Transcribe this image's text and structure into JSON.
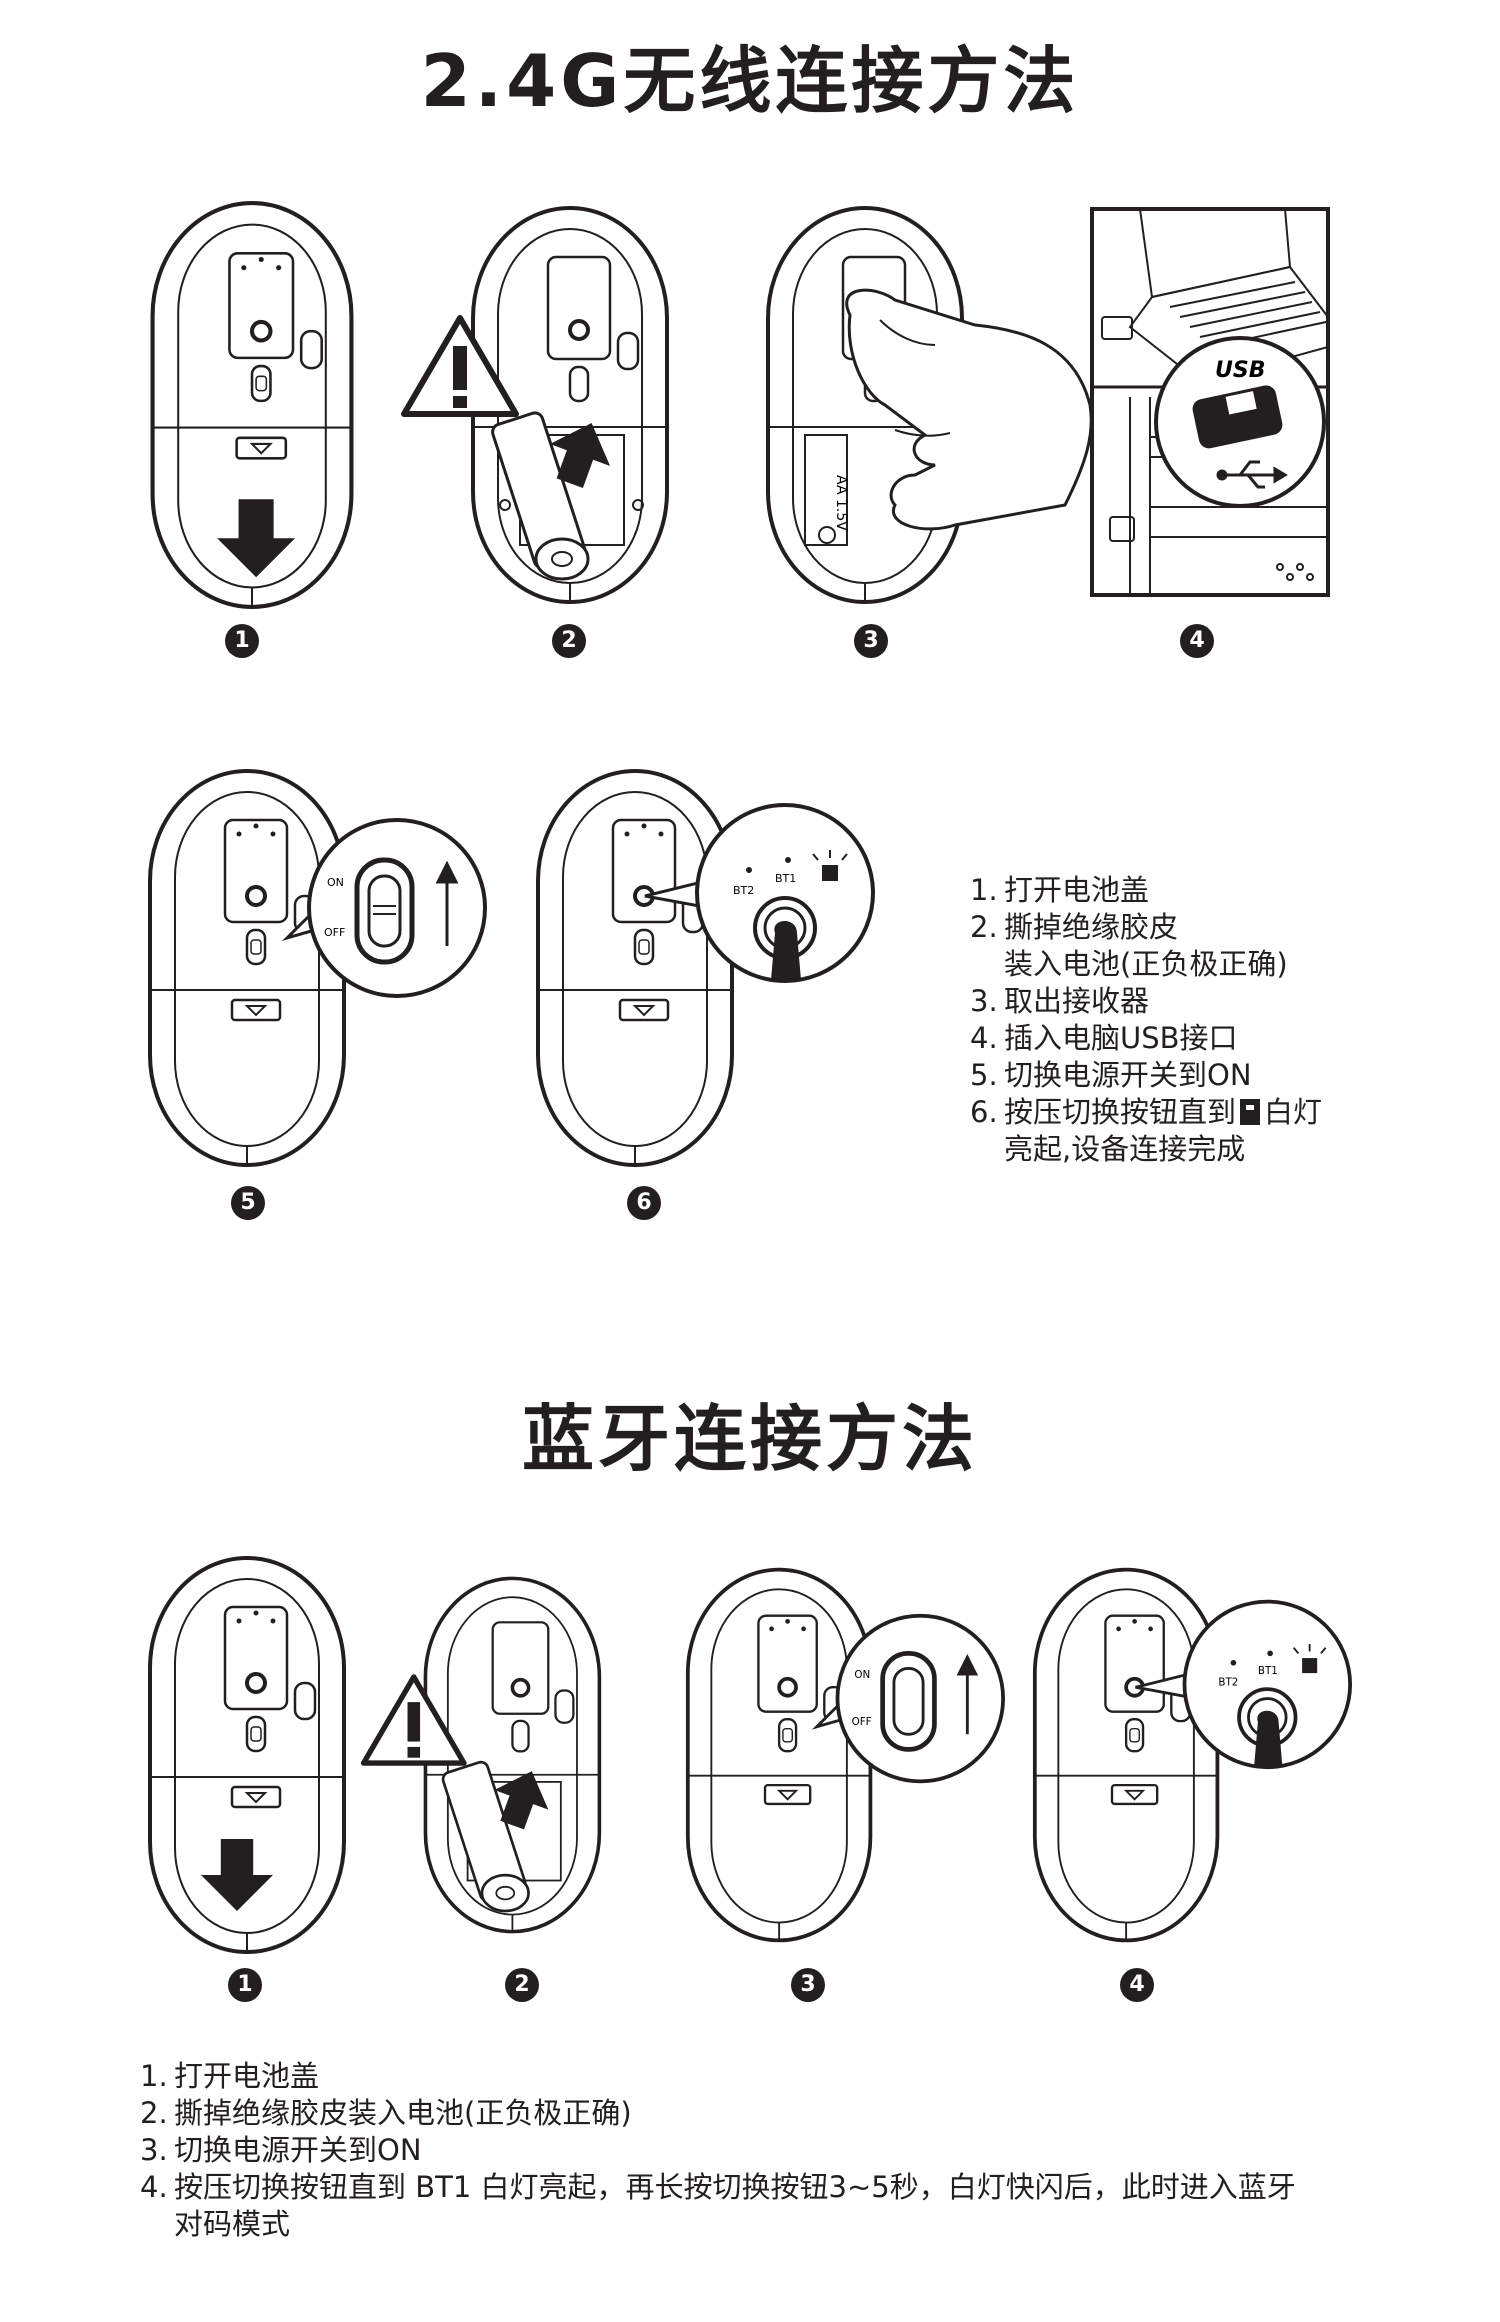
{
  "sections": [
    {
      "title": "2.4G无线连接方法",
      "step_labels": [
        "1",
        "2",
        "3",
        "4",
        "5",
        "6"
      ],
      "figure_text": {
        "usb_label": "USB",
        "battery_label": "AA 1.5V",
        "switch_on": "ON",
        "switch_off": "OFF",
        "bt2": "BT2",
        "bt1": "BT1"
      },
      "instructions": [
        {
          "num": "1.",
          "text": "打开电池盖"
        },
        {
          "num": "2.",
          "text": "撕掉绝缘胶皮",
          "cont": "装入电池(正负极正确)"
        },
        {
          "num": "3.",
          "text": "取出接收器"
        },
        {
          "num": "4.",
          "text": "插入电脑USB接口"
        },
        {
          "num": "5.",
          "text": "切换电源开关到ON"
        },
        {
          "num": "6.",
          "text_a": "按压切换按钮直到",
          "text_b": "白灯",
          "cont": "亮起,设备连接完成"
        }
      ]
    },
    {
      "title": "蓝牙连接方法",
      "step_labels": [
        "1",
        "2",
        "3",
        "4"
      ],
      "figure_text": {
        "switch_on": "ON",
        "switch_off": "OFF",
        "bt2": "BT2",
        "bt1": "BT1"
      },
      "instructions": [
        {
          "num": "1.",
          "text": "打开电池盖"
        },
        {
          "num": "2.",
          "text": "撕掉绝缘胶皮装入电池(正负极正确)"
        },
        {
          "num": "3.",
          "text": "切换电源开关到ON"
        },
        {
          "num": "4.",
          "text": "按压切换按钮直到 BT1 白灯亮起，再长按切换按钮3~5秒，白灯快闪后，此时进入蓝牙",
          "cont": "对码模式"
        }
      ]
    }
  ],
  "icons": [
    "warning-icon",
    "down-arrow-icon",
    "up-arrow-icon",
    "usb-symbol-icon",
    "hand-icon",
    "finger-icon",
    "lamp-icon",
    "laptop-icon",
    "desktop-tower-icon",
    "battery-icon"
  ]
}
